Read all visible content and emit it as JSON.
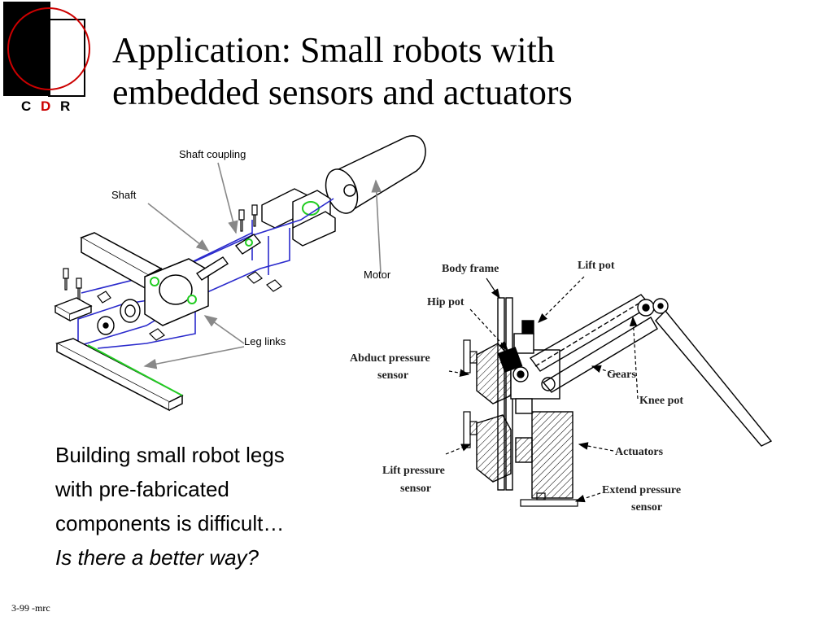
{
  "logo": {
    "letters": [
      "C",
      "D",
      "R"
    ],
    "accent": "#cc0000"
  },
  "title": {
    "line1": "Application: Small robots with",
    "line2": "embedded sensors and actuators"
  },
  "left_diagram": {
    "labels": {
      "shaft_coupling": "Shaft coupling",
      "shaft": "Shaft",
      "motor": "Motor",
      "leg_links": "Leg links"
    }
  },
  "right_diagram": {
    "labels": {
      "body_frame": "Body frame",
      "lift_pot": "Lift pot",
      "hip_pot": "Hip pot",
      "abduct_line1": "Abduct pressure",
      "abduct_line2": "sensor",
      "gears": "Gears",
      "knee_pot": "Knee pot",
      "actuators": "Actuators",
      "lift_line1": "Lift  pressure",
      "lift_line2": "sensor",
      "extend_line1": "Extend pressure",
      "extend_line2": "sensor"
    }
  },
  "body": {
    "line1": "Building small robot legs",
    "line2": "with pre-fabricated",
    "line3": "components is difficult…",
    "line4": "Is there a better way?"
  },
  "footer": {
    "text": "3-99  -mrc"
  },
  "colors": {
    "wire": "#2a2acc",
    "highlight": "#22cc22",
    "arrow": "#888888"
  }
}
